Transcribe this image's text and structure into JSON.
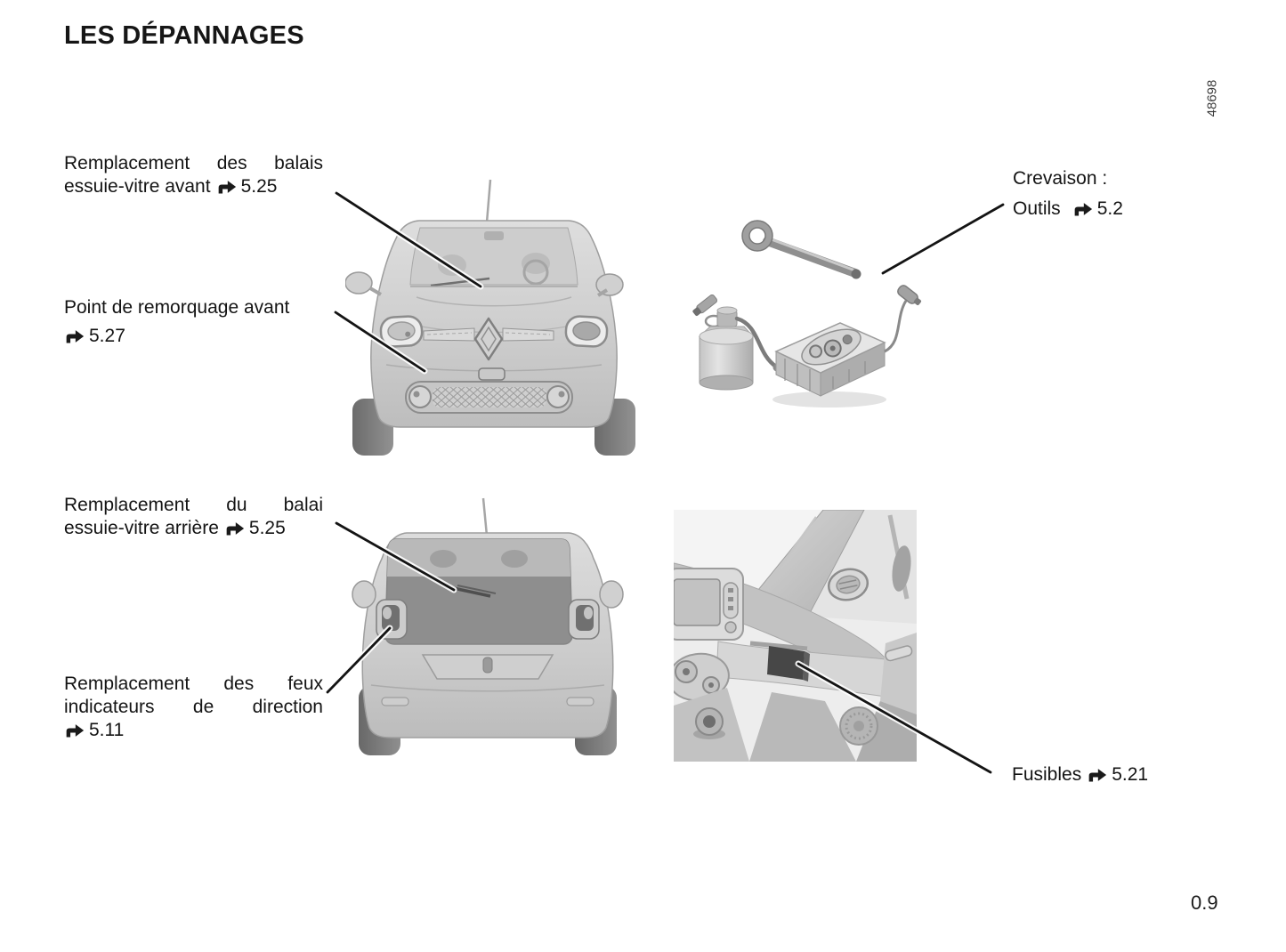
{
  "page": {
    "title": "LES DÉPANNAGES",
    "page_number": "0.9",
    "figure_code": "48698"
  },
  "callouts": {
    "front_wiper": {
      "line1": "Remplacement des balais",
      "line2": "essuie-vitre avant",
      "ref": "5.25"
    },
    "front_towing": {
      "line1": "Point de remorquage avant",
      "ref": "5.27"
    },
    "puncture": {
      "line1": "Crevaison :",
      "line2": "Outils",
      "ref": "5.2"
    },
    "rear_wiper": {
      "line1": "Remplacement du balai",
      "line2": "essuie-vitre arrière",
      "ref": "5.25"
    },
    "turn_signals": {
      "line1": "Remplacement des feux",
      "line2": "indicateurs de direction",
      "ref": "5.11"
    },
    "fuses": {
      "line1": "Fusibles",
      "ref": "5.21"
    }
  },
  "colors": {
    "ink": "#141414",
    "body_gray_light": "#e2e2e2",
    "body_gray_dark": "#bdbdbd",
    "fuse_cover": "#474747",
    "photo_background": "#ededed"
  }
}
